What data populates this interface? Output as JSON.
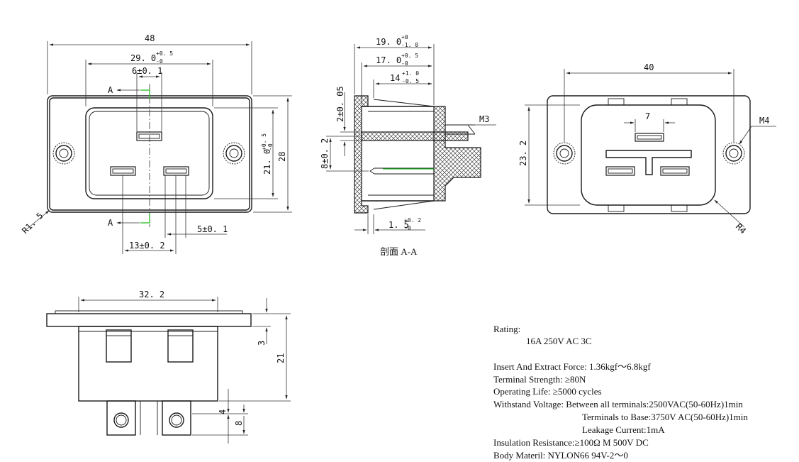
{
  "front_view": {
    "overall_width": "48",
    "inner_width": "29. 0",
    "inner_width_tol_upper": "+0. 5",
    "inner_width_tol_lower": "-0",
    "slot_width": "6±0. 1",
    "section_marker_top": "A",
    "section_marker_bottom": "A",
    "pin_spacing": "13±0. 2",
    "pin_width": "5±0. 1",
    "inner_height": "21. 0",
    "inner_height_tol_upper": "+0. 5",
    "inner_height_tol_lower": "-0",
    "overall_height": "28",
    "corner_radius": "R1. 5"
  },
  "section_view": {
    "depth_1": "19. 0",
    "depth_1_tol_upper": "+0",
    "depth_1_tol_lower": "-1. 0",
    "depth_2": "17. 0",
    "depth_2_tol_upper": "+0. 5",
    "depth_2_tol_lower": "-0",
    "depth_3": "14",
    "depth_3_tol_upper": "+1. 0",
    "depth_3_tol_lower": "-0. 5",
    "wall": "2±0. 05",
    "pin_offset": "8±0. 2",
    "thread": "M3",
    "flange": "1. 5",
    "flange_tol_upper": "+0. 2",
    "flange_tol_lower": "-0",
    "caption": "剖面 A-A"
  },
  "rear_view": {
    "hole_spacing": "40",
    "slot_width": "7",
    "height": "23. 2",
    "thread": "M4",
    "radius": "R4"
  },
  "side_view": {
    "width": "32. 2",
    "flange_thickness": "3",
    "total_height": "21",
    "tab_dim_a": "4",
    "tab_dim_b": "8"
  },
  "specs": {
    "rating_label": "Rating:",
    "rating_value": "16A 250V AC 3C",
    "lines": [
      "Insert And Extract Force:  1.36kgf～6.8kgf",
      "Terminal Strength:  ≥80N",
      "Operating Life:  ≥5000 cycles",
      "Withstand Voltage: Between all terminals:2500VAC(50-60Hz)1min",
      "Terminals to Base:3750V AC(50-60Hz)1min",
      "Leakage Current:1mA",
      "Insulation Resistance:≥100Ω M   500V DC",
      "Body Materil:   NYLON66    94V-2～0"
    ]
  }
}
